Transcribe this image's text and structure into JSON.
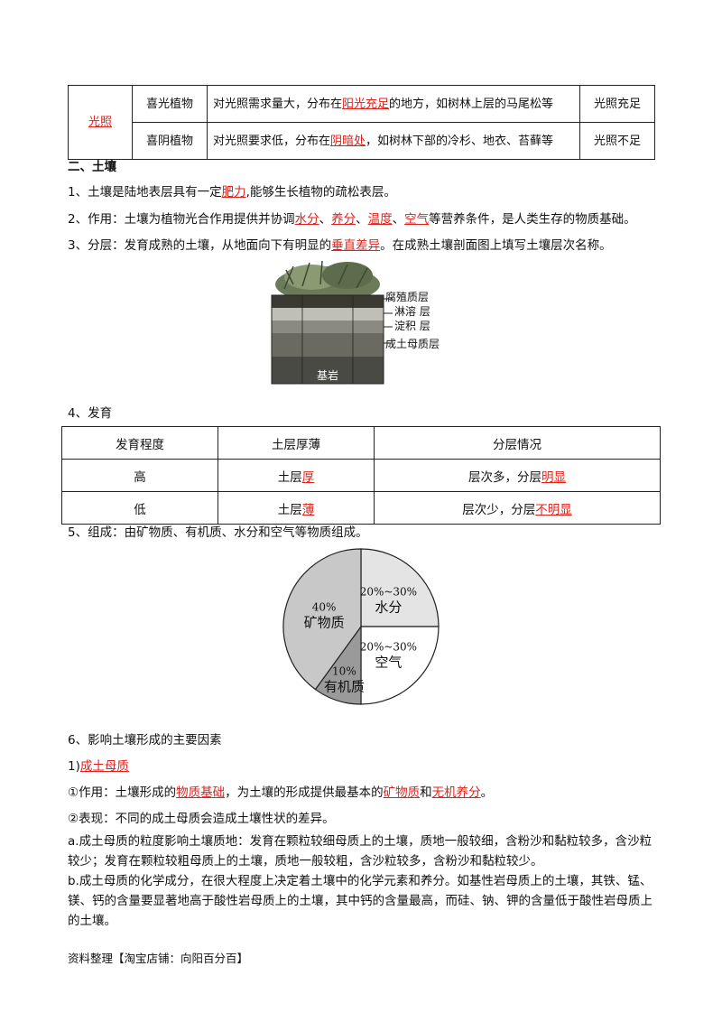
{
  "light_table": {
    "group": "光照",
    "rows": [
      {
        "type": "喜光植物",
        "desc_pre": "对光照需求量大，分布在",
        "desc_red": "阳光充足",
        "desc_post": "的地方，如树林上层的马尾松等",
        "result": "光照充足"
      },
      {
        "type": "喜阴植物",
        "desc_pre": "对光照要求低，分布在",
        "desc_red": "阴暗处",
        "desc_post": "，如树林下部的冷杉、地衣、苔藓等",
        "result": "光照不足"
      }
    ]
  },
  "section_title": "二、土壤",
  "p1": {
    "pre": "1、土壤是陆地表层具有一定",
    "red": "肥力",
    "post": ",能够生长植物的疏松表层。"
  },
  "p2": {
    "pre": "2、作用：土壤为植物光合作用提供并协调",
    "r1": "水分",
    "s1": "、",
    "r2": "养分",
    "s2": "、",
    "r3": "温度",
    "s3": "、",
    "r4": "空气",
    "post": "等营养条件，是人类生存的物质基础。"
  },
  "p3": {
    "pre": "3、分层：发育成熟的土壤，从地面向下有明显的",
    "red": "垂直差异",
    "post": "。在成熟土壤剖面图上填写土壤层次名称。"
  },
  "soil_figure": {
    "layers": [
      "腐殖质层",
      "淋溶层",
      "淀积层",
      "成土母质层"
    ],
    "bedrock": "基岩",
    "layer_suffix": "层",
    "labels": {
      "l1": "腐殖质",
      "l2": "淋溶",
      "l3": "淀积",
      "l4": "成土母质"
    }
  },
  "p4": "4、发育",
  "dev_table": {
    "headers": [
      "发育程度",
      "土层厚薄",
      "分层情况"
    ],
    "rows": [
      {
        "level": "高",
        "thick_pre": "土层",
        "thick_red": "厚",
        "layer_pre": "层次多，分层",
        "layer_red": "明显"
      },
      {
        "level": "低",
        "thick_pre": "土层",
        "thick_red": "薄",
        "layer_pre": "层次少，分层",
        "layer_red": "不明显"
      }
    ]
  },
  "p5": "5、组成：由矿物质、有机质、水分和空气等物质组成。",
  "chart_data": {
    "type": "pie",
    "slices": [
      {
        "label": "矿物质",
        "value_text": "40%",
        "value": 40
      },
      {
        "label": "水分",
        "value_text": "20%~30%",
        "value": 25
      },
      {
        "label": "空气",
        "value_text": "20%~30%",
        "value": 25
      },
      {
        "label": "有机质",
        "value_text": "10%",
        "value": 10
      }
    ]
  },
  "p6": "6、影响土壤形成的主要因素",
  "p6_1": {
    "pre": "1)",
    "red": "成土母质"
  },
  "p6_2": {
    "pre": "①作用：土壤形成的",
    "r1": "物质基础",
    "m1": "，为土壤的形成提供最基本的",
    "r2": "矿物质",
    "m2": "和",
    "r3": "无机养分",
    "post": "。"
  },
  "p6_3": "②表现：不同的成土母质会造成土壤性状的差异。",
  "p6_a": "a.成土母质的粒度影响土壤质地：发育在颗粒较细母质上的土壤，质地一般较细，含粉沙和黏粒较多，含沙粒较少；发育在颗粒较粗母质上的土壤，质地一般较粗，含沙粒较多，含粉沙和黏粒较少。",
  "p6_b": "b.成土母质的化学成分，在很大程度上决定着土壤中的化学元素和养分。如基性岩母质上的土壤，其铁、锰、镁、钙的含量要显著地高于酸性岩母质上的土壤，其中钙的含量最高，而硅、钠、钾的含量低于酸性岩母质上的土壤。",
  "footer": "资料整理【淘宝店铺：向阳百分百】"
}
